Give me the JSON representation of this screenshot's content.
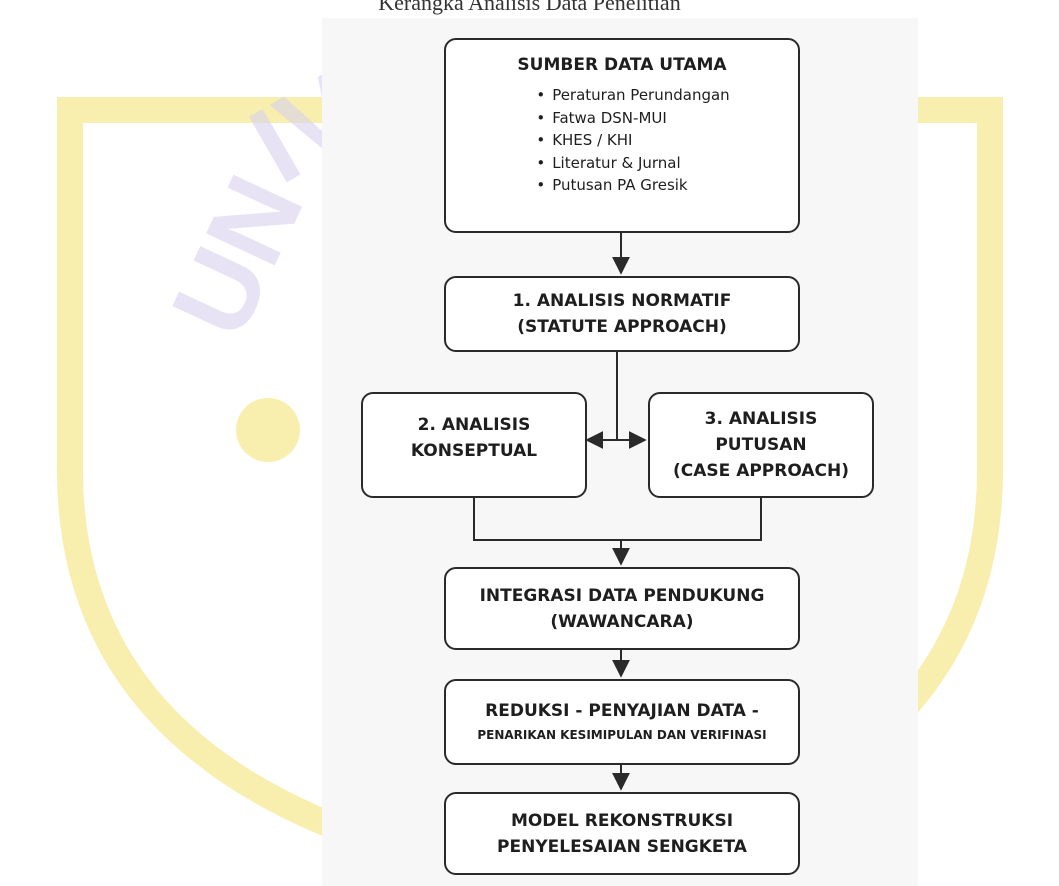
{
  "header": {
    "caption": "Kerangka Analisis Data Penelitian"
  },
  "watermark": {
    "text": "UNIVERSITAS",
    "color": "#f2e06a"
  },
  "flow": {
    "source": {
      "title": "SUMBER DATA UTAMA",
      "items": [
        "Peraturan Perundangan",
        "Fatwa DSN-MUI",
        "KHES / KHI",
        "Literatur & Jurnal",
        "Putusan PA Gresik"
      ]
    },
    "normative": {
      "lines": [
        "1. ANALISIS NORMATIF",
        "(STATUTE APPROACH)"
      ]
    },
    "conceptual": {
      "lines": [
        "2. ANALISIS",
        "KONSEPTUAL"
      ]
    },
    "verdict": {
      "lines": [
        "3. ANALISIS",
        "PUTUSAN",
        "(CASE APPROACH)"
      ]
    },
    "integration": {
      "lines": [
        "INTEGRASI DATA PENDUKUNG",
        "(WAWANCARA)"
      ]
    },
    "reduction": {
      "lines": [
        "REDUKSI - PENYAJIAN DATA -",
        "PENARIKAN KESIMIPULAN DAN VERIFINASI"
      ]
    },
    "model": {
      "lines": [
        "MODEL REKONSTRUKSI",
        "PENYELESAIAN SENGKETA"
      ]
    }
  }
}
